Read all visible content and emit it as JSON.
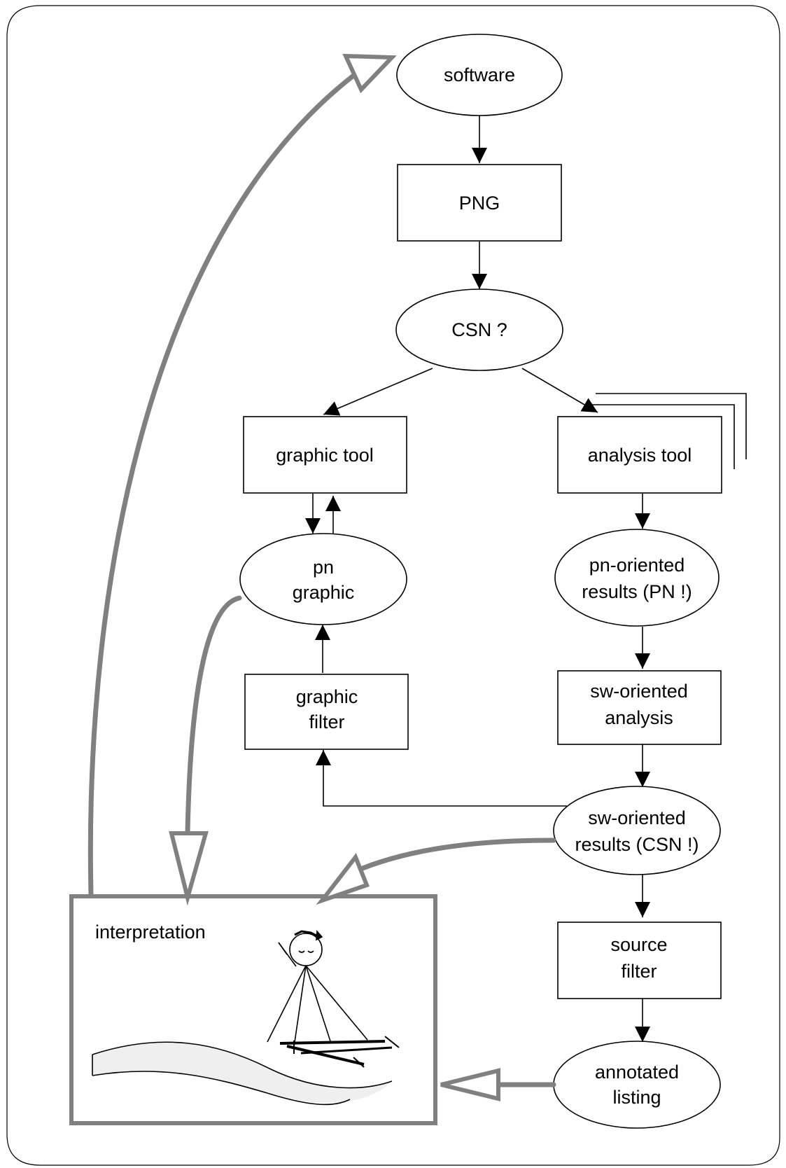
{
  "nodes": {
    "software": "software",
    "png": "PNG",
    "csn_question": "CSN ?",
    "graphic_tool": "graphic tool",
    "analysis_tool": "analysis tool",
    "pn_graphic": [
      "pn",
      "graphic"
    ],
    "pn_oriented_results": [
      "pn-oriented",
      "results (PN !)"
    ],
    "graphic_filter": [
      "graphic",
      "filter"
    ],
    "sw_oriented_analysis": [
      "sw-oriented",
      "analysis"
    ],
    "sw_oriented_results": [
      "sw-oriented",
      "results (CSN !)"
    ],
    "source_filter": [
      "source",
      "filter"
    ],
    "annotated_listing": [
      "annotated",
      "listing"
    ],
    "interpretation": "interpretation"
  },
  "colors": {
    "line": "#000000",
    "feedback": "#808080",
    "sheet_fill": "#efefef"
  }
}
